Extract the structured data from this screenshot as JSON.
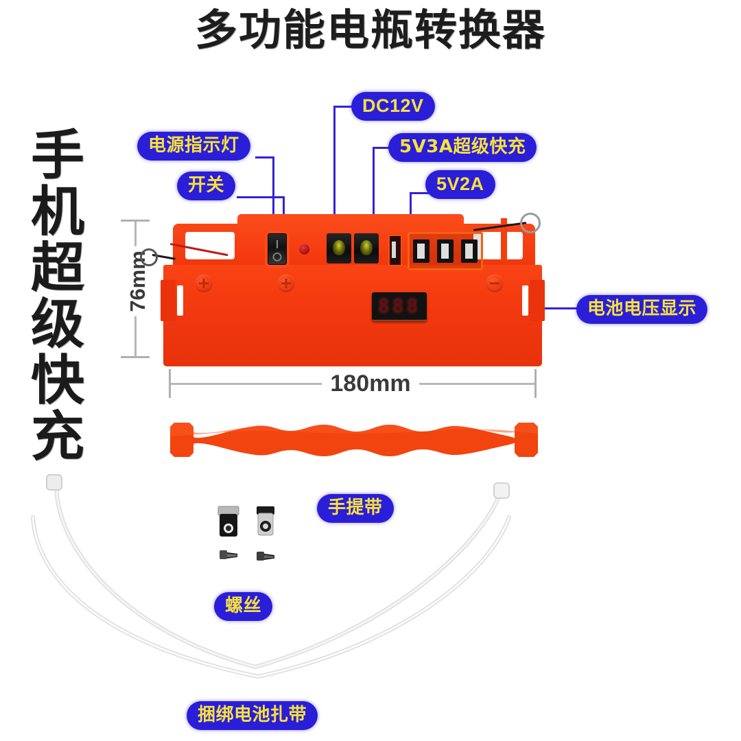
{
  "title": "多功能电瓶转换器",
  "side_title": "手机超级快充",
  "callouts": [
    {
      "id": "power-indicator",
      "label": "电源指示灯"
    },
    {
      "id": "switch",
      "label": "开关"
    },
    {
      "id": "dc12v",
      "label": "DC12V"
    },
    {
      "id": "usb-fast",
      "label": "5V3A超级快充"
    },
    {
      "id": "usb-5v2a",
      "label": "5V2A"
    },
    {
      "id": "voltage-display",
      "label": "电池电压显示"
    },
    {
      "id": "handle-strap",
      "label": "手提带"
    },
    {
      "id": "screws",
      "label": "螺丝"
    },
    {
      "id": "cable-tie",
      "label": "捆绑电池扎带"
    }
  ],
  "dimensions": {
    "width": "180mm",
    "height": "76mm"
  },
  "device": {
    "voltmeter_digits": "888",
    "usb_ports_count": 3,
    "dc_jacks_count": 2,
    "body_color": "#f2380f",
    "accent_orange": "#f5620f"
  },
  "colors": {
    "pill_bg": "#2a1ed8",
    "pill_text": "#f7e23c",
    "leader_line": "#3322d6",
    "body_orange": "#f2380f",
    "dimension_gray": "#b8b8b8",
    "title_black": "#1d1d1d"
  }
}
